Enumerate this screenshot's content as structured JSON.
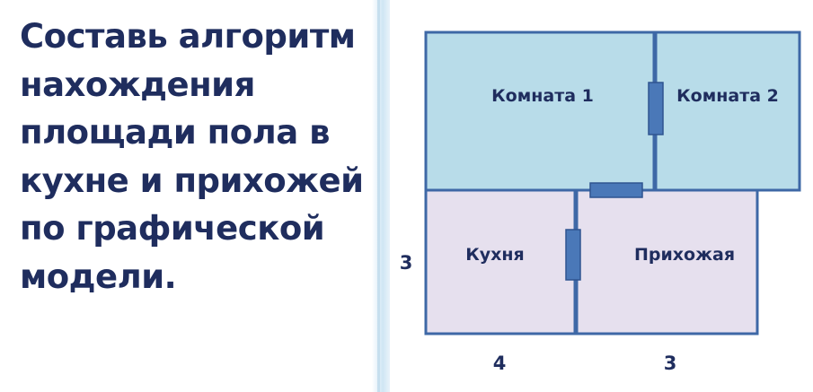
{
  "task": {
    "lines": [
      "Составь алгоритм",
      "нахождения",
      "площади пола в",
      "кухне и прихожей",
      "по графической",
      "модели."
    ]
  },
  "plan": {
    "rooms": {
      "room1": "Комната 1",
      "room2": "Комната 2",
      "kitchen": "Кухня",
      "hallway": "Прихожая"
    },
    "dimensions": {
      "height": "3",
      "kitchen_width": "4",
      "hallway_width": "3"
    },
    "colors": {
      "rooms_top_fill": "#b8dce9",
      "rooms_bottom_fill": "#e6e0ee",
      "wall_stroke": "#3e68a6",
      "door_fill": "#4a78b8",
      "text": "#1f2d5e"
    }
  }
}
